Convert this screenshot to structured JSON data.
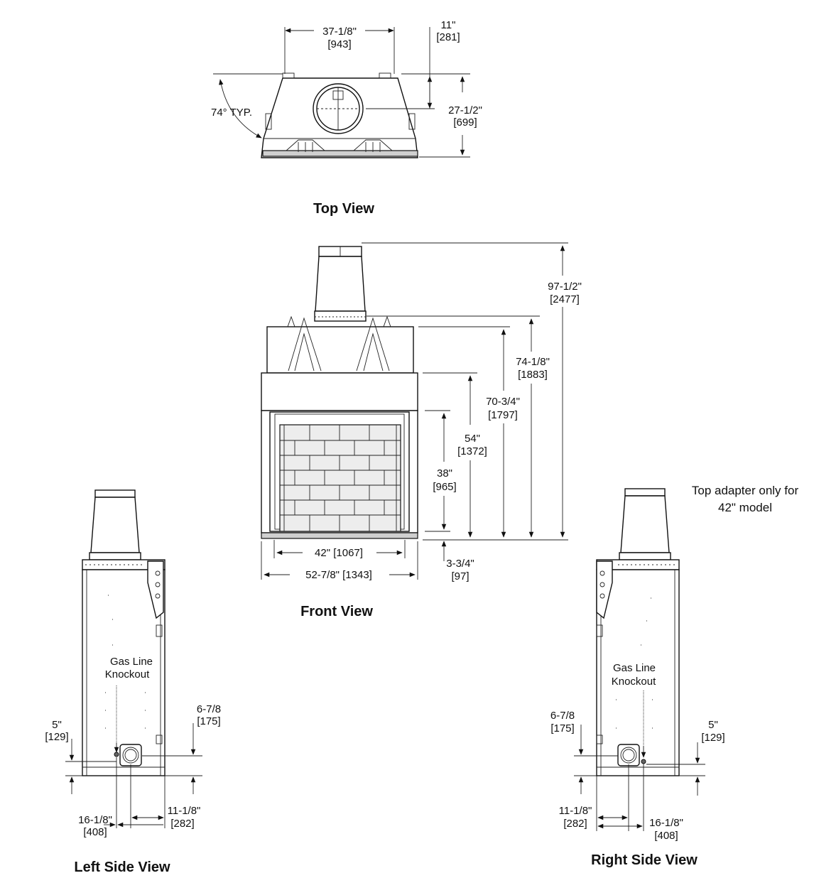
{
  "titles": {
    "top": "Top View",
    "front": "Front View",
    "left": "Left Side View",
    "right": "Right Side View"
  },
  "top_view": {
    "width": [
      "37-1/8\"",
      "[943]"
    ],
    "flue_offset": [
      "11\"",
      "[281]"
    ],
    "depth": [
      "27-1/2\"",
      "[699]"
    ],
    "angle": "74° TYP."
  },
  "front_view": {
    "overall_height": [
      "97-1/2\"",
      "[2477]"
    ],
    "adapter_base": [
      "74-1/8\"",
      "[1883]"
    ],
    "top_height": [
      "70-3/4\"",
      "[1797]"
    ],
    "hood_height": [
      "54\"",
      "[1372]"
    ],
    "opening_height": [
      "38\"",
      "[965]"
    ],
    "opening_width": "42\" [1067]",
    "overall_width": "52-7/8\" [1343]",
    "hearth": [
      "3-3/4\"",
      "[97]"
    ]
  },
  "note": [
    "Top adapter only for",
    "42\" model"
  ],
  "left_side": {
    "gas_label": [
      "Gas Line",
      "Knockout"
    ],
    "left_height": [
      "5\"",
      "[129]"
    ],
    "right_height": [
      "6-7/8",
      "[175]"
    ],
    "offset_a": [
      "16-1/8\"",
      "[408]"
    ],
    "offset_b": [
      "11-1/8\"",
      "[282]"
    ]
  },
  "right_side": {
    "gas_label": [
      "Gas Line",
      "Knockout"
    ],
    "left_height": [
      "6-7/8",
      "[175]"
    ],
    "right_height": [
      "5\"",
      "[129]"
    ],
    "offset_a": [
      "11-1/8\"",
      "[282]"
    ],
    "offset_b": [
      "16-1/8\"",
      "[408]"
    ]
  },
  "colors": {
    "line": "#111111",
    "brick": "#d9d9d9",
    "background": "#ffffff"
  }
}
